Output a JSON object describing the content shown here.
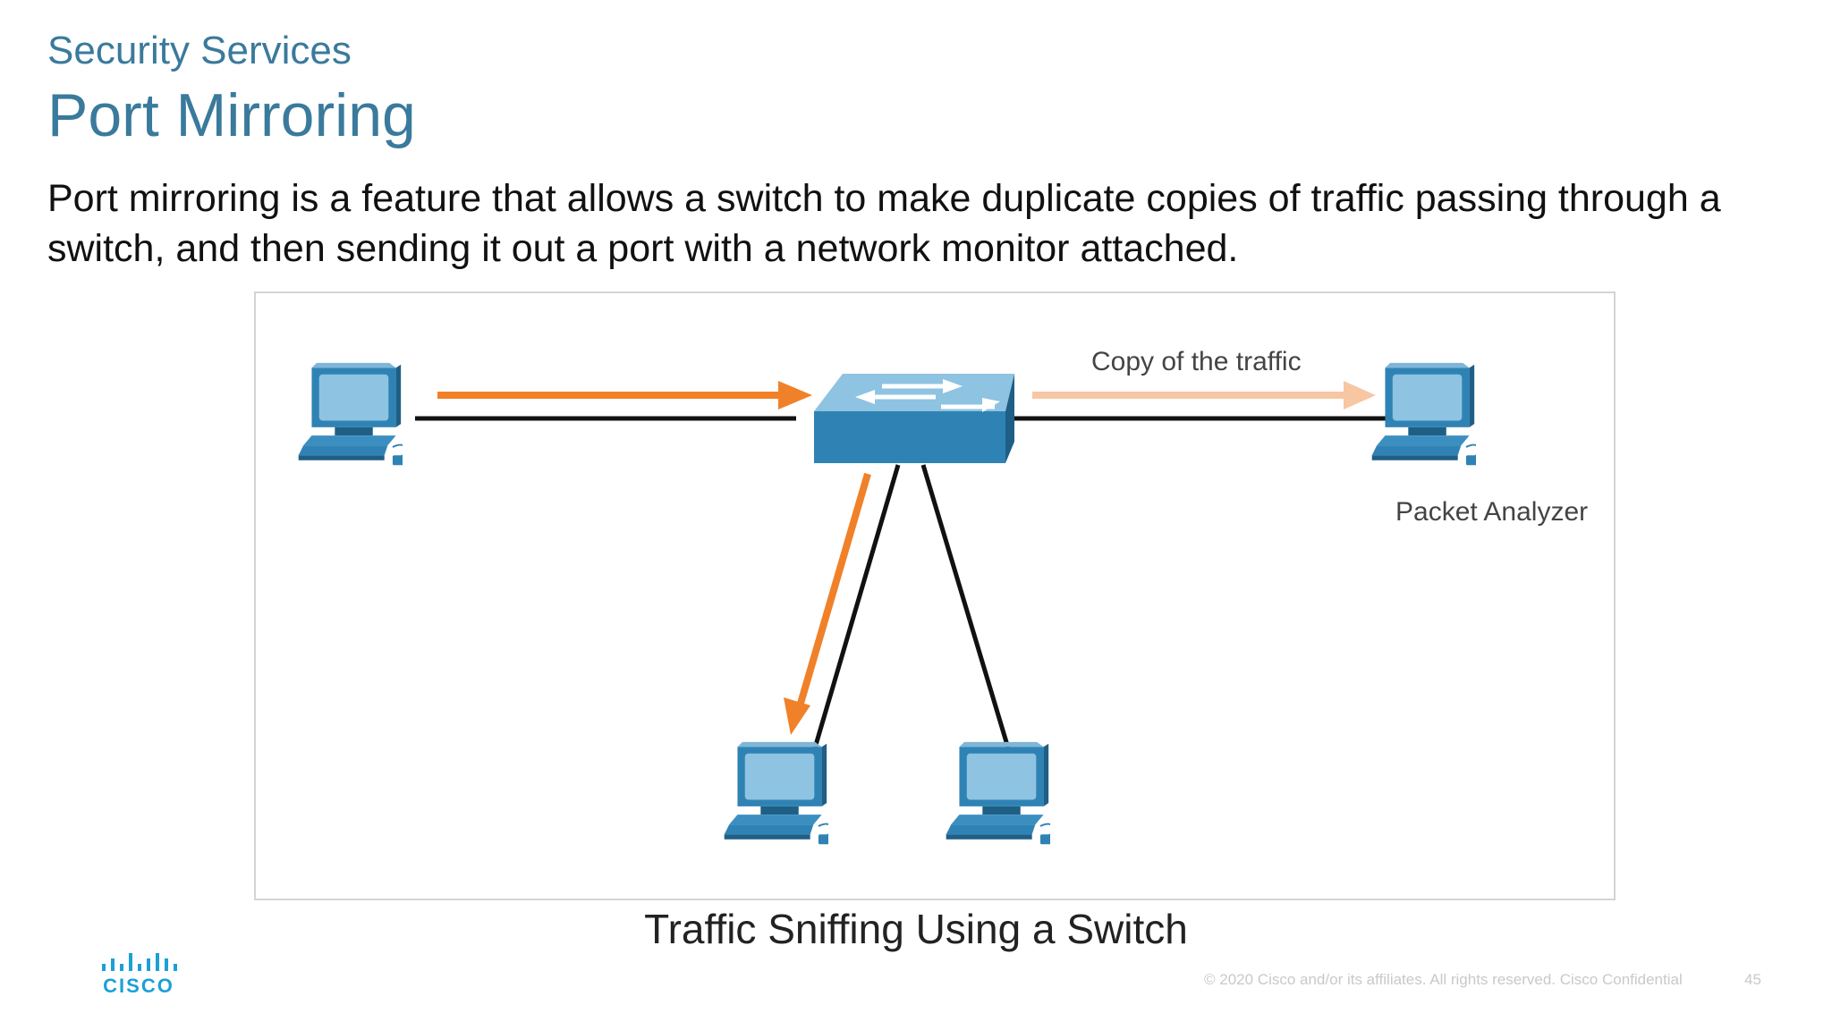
{
  "header": {
    "subtitle": "Security Services",
    "title": "Port Mirroring"
  },
  "body_text": "Port mirroring is a feature that allows a switch to make duplicate copies of traffic passing through a switch, and then sending it out a port with a network monitor attached.",
  "diagram": {
    "label_copy": "Copy of the traffic",
    "label_analyzer": "Packet Analyzer",
    "nodes": [
      "pc",
      "switch",
      "packet-analyzer-pc",
      "pc",
      "pc"
    ],
    "colors": {
      "device_blue": "#2f83b4",
      "device_dark": "#1f5f86",
      "screen": "#8ec3e2",
      "traffic_arrow": "#f08129",
      "copy_arrow": "#f7c6a3",
      "link": "#111111"
    }
  },
  "caption": "Traffic Sniffing Using a Switch",
  "footer": {
    "logo_text": "CISCO",
    "copyright": "© 2020 Cisco and/or its affiliates. All rights reserved.  Cisco Confidential",
    "page_number": "45"
  }
}
